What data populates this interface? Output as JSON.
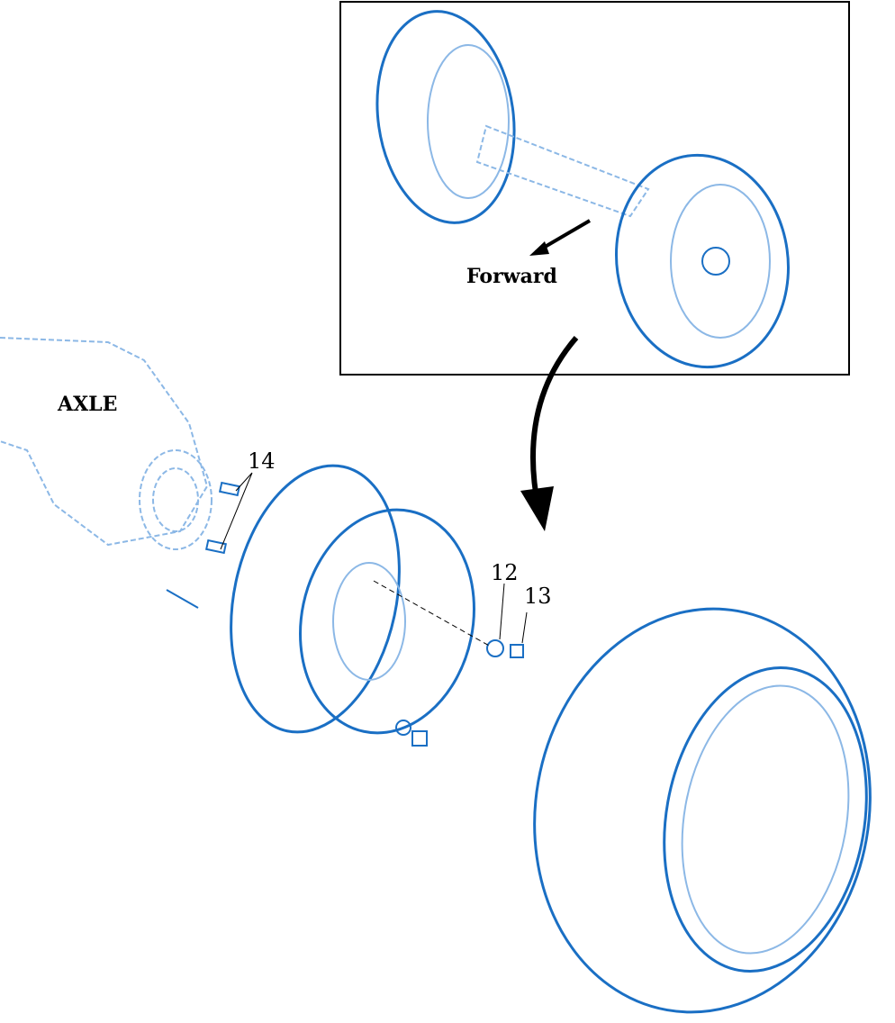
{
  "inset": {
    "direction_label": "Forward"
  },
  "main": {
    "axle_label": "AXLE"
  },
  "callouts": [
    {
      "number": "14"
    },
    {
      "number": "12"
    },
    {
      "number": "13"
    }
  ],
  "colors": {
    "line": "#1a6fc4",
    "light": "#8cb8e6",
    "ink": "#000000"
  }
}
